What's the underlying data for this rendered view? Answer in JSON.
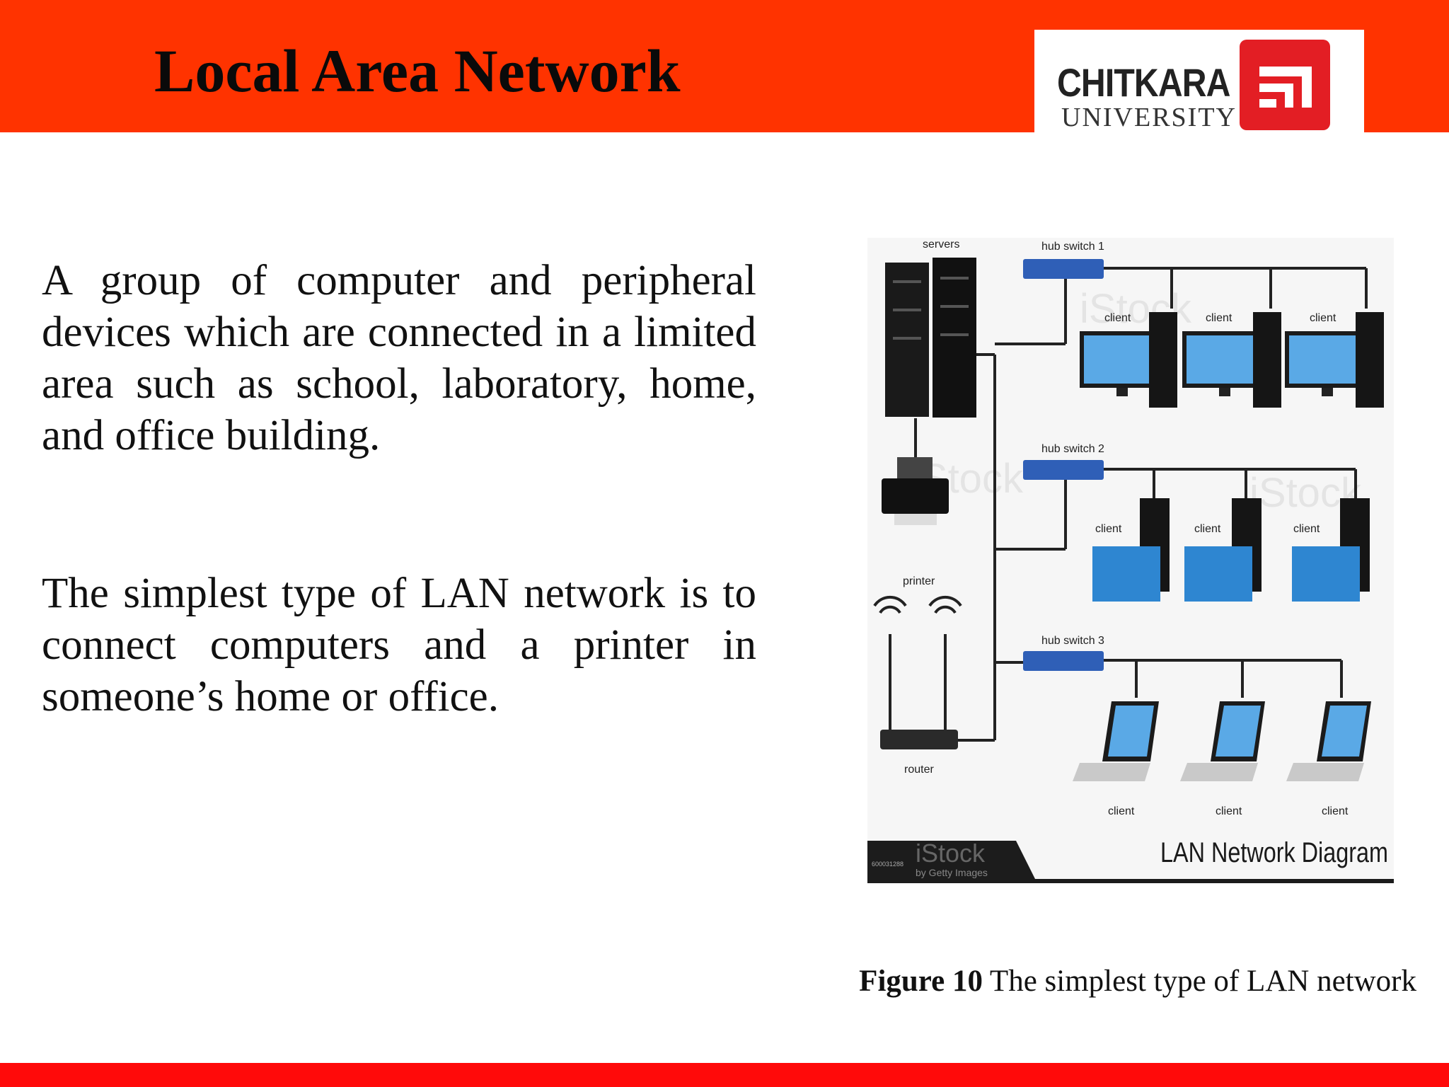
{
  "header": {
    "title": "Local Area Network",
    "logo": {
      "name": "CHITKARA",
      "sub": "UNIVERSITY"
    }
  },
  "content": {
    "paragraph1": "A group of computer and peripheral devices which are connected in a limited area such as school, laboratory, home, and office building.",
    "paragraph2": "The simplest type of LAN network is to connect computers and a printer in someone’s home or office."
  },
  "diagram": {
    "servers_label": "servers",
    "hub1_label": "hub switch 1",
    "hub2_label": "hub switch 2",
    "hub3_label": "hub switch 3",
    "client_label": "client",
    "printer_label": "printer",
    "router_label": "router",
    "diagram_title": "LAN Network Diagram",
    "watermark": "iStock",
    "watermark_sub": "by Getty Images",
    "stock_id": "600031288"
  },
  "caption": {
    "figure_label": "Figure 10",
    "text": " The simplest type of LAN network"
  },
  "colors": {
    "header": "#ff3300",
    "footer": "#ff0a0a",
    "logo_red": "#e31e24",
    "monitor_blue": "#2e86d1",
    "hub_blue": "#2f5fb7"
  }
}
